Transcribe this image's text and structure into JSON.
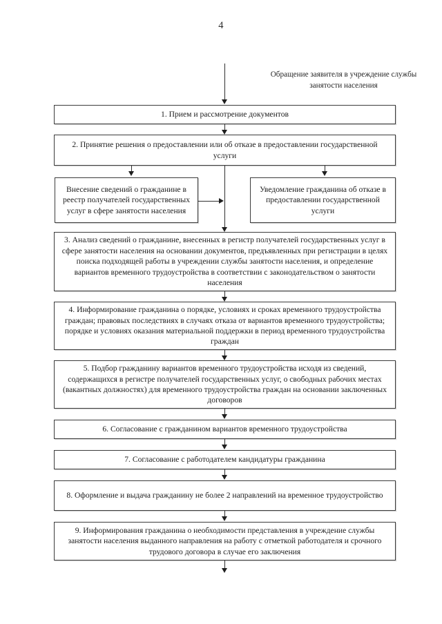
{
  "document": {
    "page_number": "4",
    "annotation": "Обращение заявителя в учреждение службы занятости населения"
  },
  "flowchart": {
    "steps": [
      {
        "id": "step-1",
        "text": "1. Прием и рассмотрение документов"
      },
      {
        "id": "step-2",
        "text": "2. Принятие решения о предоставлении или об отказе в предоставлении государственной услуги"
      },
      {
        "id": "branch-left",
        "text": "Внесение сведений о гражданине в реестр получателей государственных услуг в сфере занятости населения"
      },
      {
        "id": "branch-right",
        "text": "Уведомление гражданина об отказе в предоставлении государственной услуги"
      },
      {
        "id": "step-3",
        "text": "3. Анализ сведений о гражданине, внесенных в регистр получателей государственных услуг в сфере занятости населения на основании документов, предъявленных при регистрации в целях поиска подходящей работы в учреждении службы занятости населения, и определение вариантов временного трудоустройства в соответствии с законодательством о занятости населения"
      },
      {
        "id": "step-4",
        "text": "4. Информирование гражданина о порядке, условиях и сроках временного трудоустройства граждан; правовых последствиях в случаях отказа от вариантов временного трудоустройства; порядке и условиях оказания материальной поддержки в период временного трудоустройства граждан"
      },
      {
        "id": "step-5",
        "text": "5. Подбор гражданину вариантов временного трудоустройства исходя из сведений, содержащихся в регистре получателей государственных услуг, о свободных рабочих местах (вакантных должностях) для временного трудоустройства граждан на основании заключенных договоров"
      },
      {
        "id": "step-6",
        "text": "6. Согласование с гражданином вариантов временного трудоустройства"
      },
      {
        "id": "step-7",
        "text": "7. Согласование с работодателем кандидатуры гражданина"
      },
      {
        "id": "step-8",
        "text": "8. Оформление и выдача гражданину не более 2 направлений на временное трудоустройство"
      },
      {
        "id": "step-9",
        "text": "9. Информирования гражданина о необходимости представления в учреждение службы занятости населения выданного направления на работу с отметкой работодателя и срочного трудового договора в случае его заключения"
      }
    ]
  }
}
